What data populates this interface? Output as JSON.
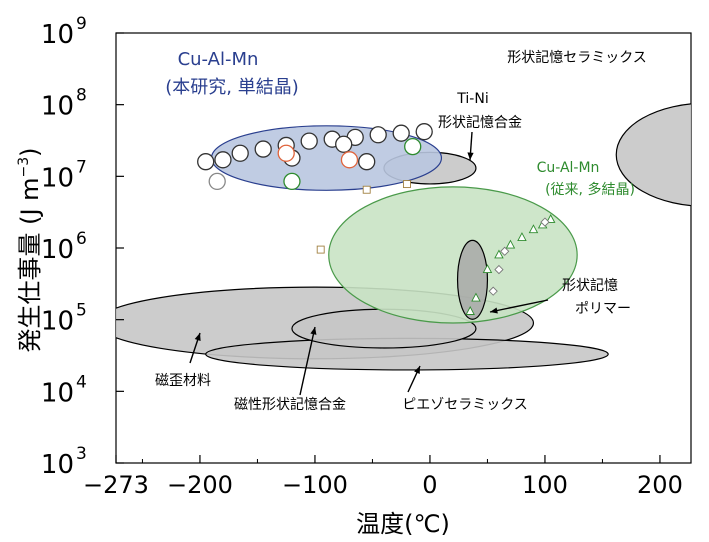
{
  "chart_data": {
    "type": "scatter",
    "title": "",
    "xlabel": "温度(℃)",
    "ylabel": "発生仕事量 (J m",
    "ylabel_sup": "−3",
    "ylabel_close": ")",
    "xlim": [
      -273,
      227
    ],
    "ylog": true,
    "ylim": [
      1000,
      1000000000
    ],
    "grid": false,
    "x_ticks": [
      -273,
      -200,
      -100,
      0,
      100,
      200
    ],
    "x_tick_labels": [
      "−273",
      "−200",
      "−100",
      "0",
      "100",
      "200"
    ],
    "y_ticks": [
      1000,
      10000,
      100000,
      1000000,
      10000000,
      100000000,
      1000000000
    ],
    "y_tick_labels": [
      {
        "base": "10",
        "exp": "3"
      },
      {
        "base": "10",
        "exp": "4"
      },
      {
        "base": "10",
        "exp": "5"
      },
      {
        "base": "10",
        "exp": "6"
      },
      {
        "base": "10",
        "exp": "7"
      },
      {
        "base": "10",
        "exp": "8"
      },
      {
        "base": "10",
        "exp": "9"
      }
    ],
    "regions": [
      {
        "name": "形状記憶セラミックス",
        "cx": 240,
        "cy": 20000000,
        "rx": 78,
        "ry_decades": 0.72,
        "color": "#c6c6c6"
      },
      {
        "name": "Ti-Ni 形状記憶合金",
        "cx": 0,
        "cy": 13000000,
        "rx": 40,
        "ry_decades": 0.22,
        "color": "#c6c6c6"
      },
      {
        "name": "磁歪材料",
        "cx": -100,
        "cy": 90000,
        "rx": 190,
        "ry_decades": 0.5,
        "color": "#c6c6c6"
      },
      {
        "name": "ピエゾセラミックス",
        "cx": -20,
        "cy": 33000,
        "rx": 175,
        "ry_decades": 0.22,
        "color": "#c6c6c6"
      },
      {
        "name": "磁性形状記憶合金",
        "cx": -40,
        "cy": 75000,
        "rx": 80,
        "ry_decades": 0.27,
        "color": "#c6c6c6"
      },
      {
        "name": "Cu-Al-Mn (従来, 多結晶)",
        "cx": 20,
        "cy": 800000,
        "rx": 108,
        "ry_decades": 0.95,
        "color": "#c9e3c4",
        "stroke": "#4a9a4a"
      },
      {
        "name": "形状記憶ポリマー",
        "cx": 37,
        "cy": 360000,
        "rx": 13,
        "ry_decades": 0.55,
        "color": "#a8a8a8"
      },
      {
        "name": "Cu-Al-Mn (本研究, 単結晶)",
        "cx": -90,
        "cy": 18000000,
        "rx": 100,
        "ry_decades": 0.45,
        "color": "#b9c7e0",
        "stroke": "#2a3f8f"
      }
    ],
    "series": [
      {
        "name": "Cu-Al-Mn (本研究, 単結晶)",
        "marker": "circle",
        "x": [
          -195,
          -180,
          -165,
          -145,
          -125,
          -105,
          -85,
          -65,
          -45,
          -25,
          -5,
          -120,
          -75,
          -55
        ],
        "y": [
          16000000,
          17000000,
          21000000,
          24000000,
          27000000,
          31000000,
          33000000,
          35000000,
          38000000,
          40000000,
          42000000,
          18000000,
          28000000,
          16000000
        ]
      },
      {
        "name": "Cu-Al-Mn (本研究, 単結晶) (colored edge)",
        "marker": "circle",
        "x": [
          -185,
          -125,
          -70,
          -120,
          -15
        ],
        "y": [
          8500000,
          21000000,
          17000000,
          8500000,
          26000000
        ]
      },
      {
        "name": "Cu-Al-Mn (従来, 多結晶)",
        "marker": "square",
        "x": [
          -95,
          -55,
          -20
        ],
        "y": [
          950000,
          6500000,
          7800000
        ]
      },
      {
        "name": "Cu-Al-Mn (従来, 多結晶) triangles",
        "marker": "triangle",
        "x": [
          40,
          50,
          60,
          70,
          80,
          90,
          98,
          105,
          35
        ],
        "y": [
          200000,
          500000,
          800000,
          1100000,
          1400000,
          1800000,
          2100000,
          2500000,
          130000
        ]
      },
      {
        "name": "Cu-Al-Mn (従来, 多結晶) diamonds",
        "marker": "diamond",
        "x": [
          55,
          60,
          65,
          100
        ],
        "y": [
          250000,
          500000,
          900000,
          2300000
        ]
      }
    ],
    "annotations": [
      {
        "text": "形状記憶セラミックス"
      },
      {
        "text": "Ti-Ni"
      },
      {
        "text": "形状記憶合金"
      },
      {
        "text": "Cu-Al-Mn"
      },
      {
        "text": "(従来, 多結晶)"
      },
      {
        "text": "形状記憶"
      },
      {
        "text": "ポリマー"
      },
      {
        "text": "磁歪材料"
      },
      {
        "text": "磁性形状記憶合金"
      },
      {
        "text": "ピエゾセラミックス"
      },
      {
        "text": "Cu-Al-Mn"
      },
      {
        "text": "(本研究, 単結晶)"
      }
    ]
  }
}
